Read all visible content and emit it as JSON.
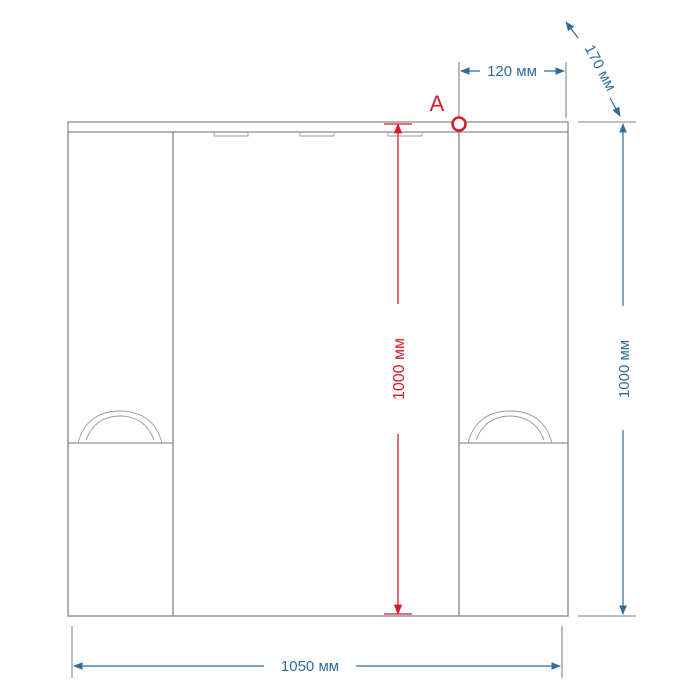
{
  "dimensions": {
    "width_label": "1050 мм",
    "height_right_label": "1000 мм",
    "height_center_label": "1000 мм",
    "offset_label": "120 мм",
    "depth_label": "170 мм"
  },
  "point": {
    "label": "A"
  },
  "colors": {
    "blue": "#2e6c9c",
    "red": "#d81b2b",
    "outline": "#7a7a7a"
  }
}
